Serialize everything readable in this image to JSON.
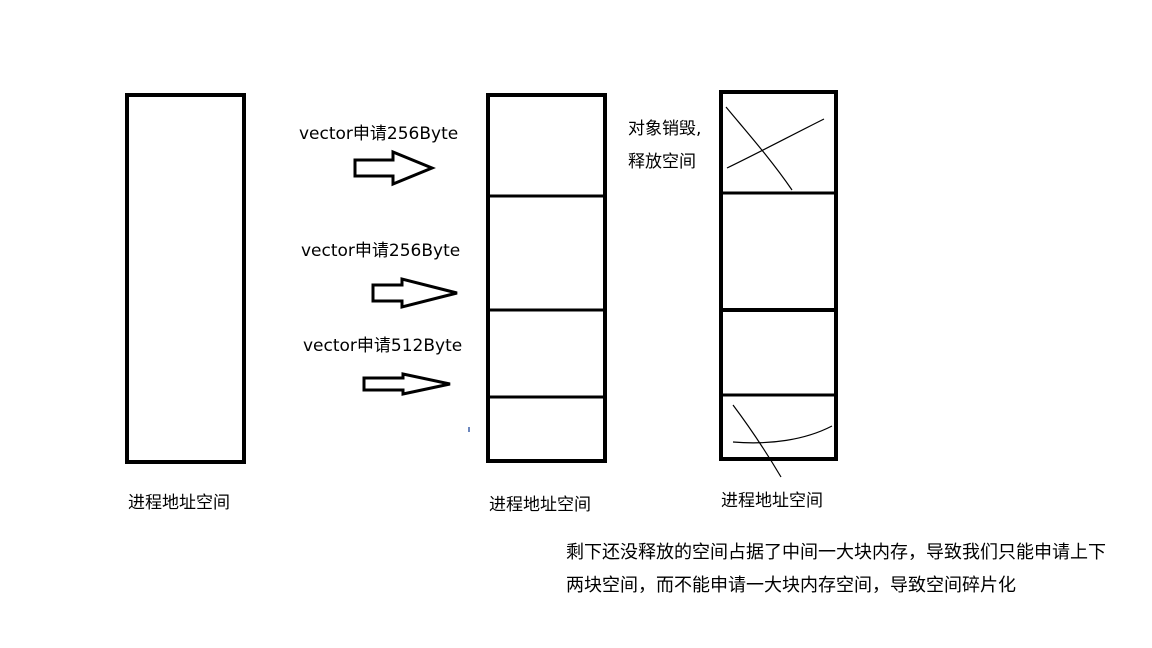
{
  "colors": {
    "stroke": "#000000",
    "background": "#ffffff"
  },
  "labels": {
    "space_left": "进程地址空间",
    "space_middle": "进程地址空间",
    "space_right": "进程地址空间"
  },
  "requests": [
    "vector申请256Byte",
    "vector申请256Byte",
    "vector申请512Byte"
  ],
  "release_note": [
    "对象销毁,",
    "释放空间"
  ],
  "summary": [
    "剩下还没释放的空间占据了中间一大块内存，导致我们只能申请上下",
    "两块空间，而不能申请一大块内存空间，导致空间碎片化"
  ]
}
